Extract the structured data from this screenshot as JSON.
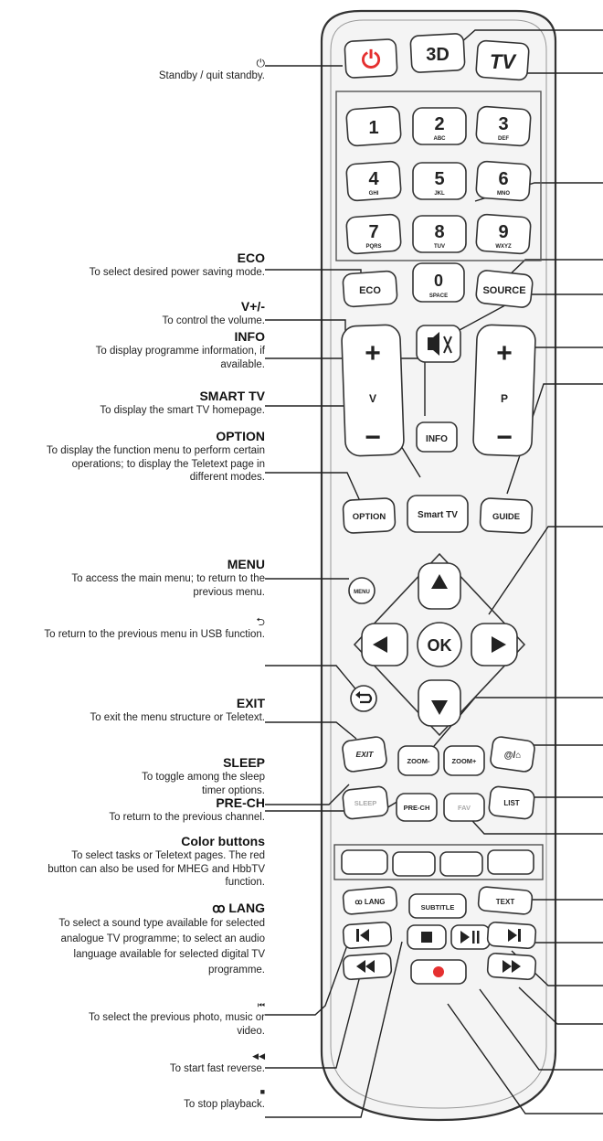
{
  "descriptions": [
    {
      "id": "standby",
      "title": "⏻",
      "text": "Standby / quit standby."
    },
    {
      "id": "eco",
      "title": "ECO",
      "text": "To select desired power saving mode."
    },
    {
      "id": "volume",
      "title": "V+/-",
      "text": "To control the volume."
    },
    {
      "id": "info",
      "title": "INFO",
      "text": "To display programme information, if available."
    },
    {
      "id": "smarttv",
      "title": "SMART TV",
      "text": "To display the smart TV homepage."
    },
    {
      "id": "option",
      "title": "OPTION",
      "text": "To display the function menu to perform certain operations; to display the Teletext page in different modes."
    },
    {
      "id": "menu",
      "title": "MENU",
      "text": "To access the main menu; to return to the previous menu."
    },
    {
      "id": "back",
      "title": "⮌",
      "text": "To return to the previous menu in USB function."
    },
    {
      "id": "exit",
      "title": "EXIT",
      "text": "To exit the menu structure or Teletext."
    },
    {
      "id": "sleep",
      "title": "SLEEP",
      "text": "To toggle among the sleep timer options."
    },
    {
      "id": "prech",
      "title": "PRE-CH",
      "text": "To return to the previous channel."
    },
    {
      "id": "color",
      "title": "Color buttons",
      "text": "To select tasks or Teletext pages. The red button can also be used for MHEG and HbbTV function."
    },
    {
      "id": "lang",
      "title": "ꝏ LANG",
      "text": "To select a sound type available for selected analogue TV programme; to select an audio language available for selected digital TV programme."
    },
    {
      "id": "prev",
      "title": "⏮",
      "text": "To select the previous photo, music or video."
    },
    {
      "id": "rew",
      "title": "◀◀",
      "text": "To start fast reverse."
    },
    {
      "id": "stop",
      "title": "■",
      "text": "To stop playback."
    }
  ],
  "remote": {
    "power_icon": "⏻",
    "btn_3d": "3D",
    "btn_tv": "TV",
    "digits": [
      {
        "num": "1",
        "sub": ""
      },
      {
        "num": "2",
        "sub": "ABC"
      },
      {
        "num": "3",
        "sub": "DEF"
      },
      {
        "num": "4",
        "sub": "GHI"
      },
      {
        "num": "5",
        "sub": "JKL"
      },
      {
        "num": "6",
        "sub": "MNO"
      },
      {
        "num": "7",
        "sub": "PQRS"
      },
      {
        "num": "8",
        "sub": "TUV"
      },
      {
        "num": "9",
        "sub": "WXYZ"
      }
    ],
    "btn_0": "0",
    "btn_0_sub": "SPACE",
    "btn_eco": "ECO",
    "btn_source": "SOURCE",
    "vol_plus": "+",
    "vol_label": "V",
    "vol_minus": "−",
    "ch_plus": "+",
    "ch_label": "P",
    "ch_minus": "−",
    "btn_info": "INFO",
    "btn_option": "OPTION",
    "btn_smarttv": "Smart TV",
    "btn_guide": "GUIDE",
    "btn_menu": "MENU",
    "btn_ok": "OK",
    "btn_exit": "EXIT",
    "btn_zoom_minus": "ZOOM-",
    "btn_zoom_plus": "ZOOM+",
    "btn_at": "@/⌂",
    "btn_sleep": "SLEEP",
    "btn_prech": "PRE-CH",
    "btn_fav": "FAV",
    "btn_list": "LIST",
    "btn_lang": "ꝏ LANG",
    "btn_subtitle": "SUBTITLE",
    "btn_text": "TEXT",
    "colors": {
      "red": "#e53030",
      "remote_body": "#f4f4f4",
      "outline": "#333333"
    }
  }
}
